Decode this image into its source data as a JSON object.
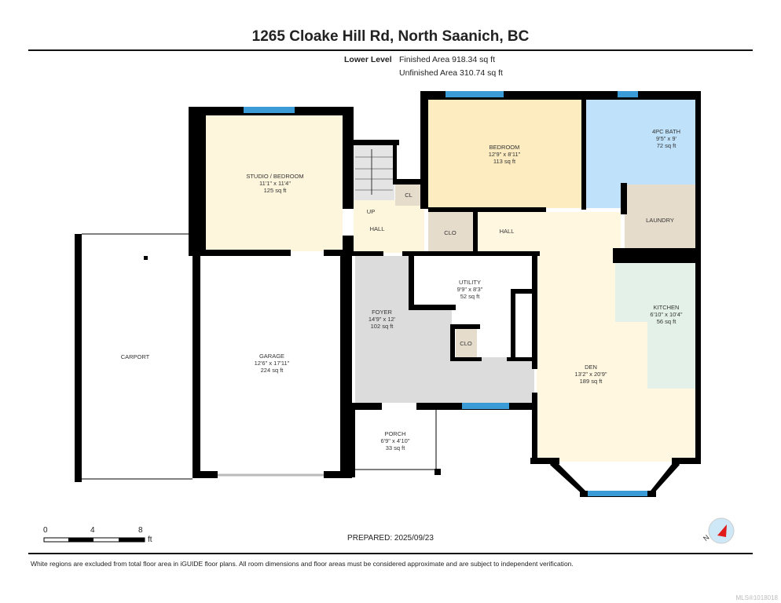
{
  "header": {
    "title": "1265 Cloake Hill Rd, North Saanich, BC",
    "level": "Lower Level",
    "finished_area": "Finished Area 918.34 sq ft",
    "unfinished_area": "Unfinished Area 310.74 sq ft"
  },
  "rooms": {
    "studio": {
      "name": "STUDIO / BEDROOM",
      "dims": "11'1\" x 11'4\"",
      "area": "125 sq ft"
    },
    "bedroom": {
      "name": "BEDROOM",
      "dims": "12'9\" x 8'11\"",
      "area": "113 sq ft"
    },
    "bath": {
      "name": "4PC BATH",
      "dims": "9'5\" x 9'",
      "area": "72 sq ft"
    },
    "laundry": {
      "name": "LAUNDRY"
    },
    "kitchen": {
      "name": "KITCHEN",
      "dims": "6'10\" x 10'4\"",
      "area": "56 sq ft"
    },
    "den": {
      "name": "DEN",
      "dims": "13'2\" x 20'9\"",
      "area": "189 sq ft"
    },
    "utility": {
      "name": "UTILITY",
      "dims": "9'9\" x 8'3\"",
      "area": "52 sq ft"
    },
    "foyer": {
      "name": "FOYER",
      "dims": "14'9\" x 12'",
      "area": "102 sq ft"
    },
    "garage": {
      "name": "GARAGE",
      "dims": "12'6\" x 17'11\"",
      "area": "224 sq ft"
    },
    "porch": {
      "name": "PORCH",
      "dims": "6'9\" x 4'10\"",
      "area": "33 sq ft"
    },
    "carport": {
      "name": "CARPORT"
    },
    "hall1": {
      "name": "HALL"
    },
    "hall2": {
      "name": "HALL"
    },
    "up": {
      "name": "UP"
    },
    "cl": {
      "name": "CL"
    },
    "clo1": {
      "name": "CLO"
    },
    "clo2": {
      "name": "CLO"
    }
  },
  "scale": {
    "t0": "0",
    "t1": "4",
    "t2": "8",
    "unit": "ft"
  },
  "footer": {
    "prepared": "PREPARED: 2025/09/23",
    "disclaimer": "White regions are excluded from total floor area in iGUIDE floor plans. All room dimensions and floor areas must be considered approximate and are subject to independent verification.",
    "mls": "MLS®1018018"
  },
  "colors": {
    "wall": "#000000",
    "window": "#3b9bd6",
    "studio": "#fdf5dc",
    "bedroom": "#fdecc0",
    "bath": "#bfe1f9",
    "laundry": "#e6dccb",
    "kitchen": "#e3f1e7",
    "den": "#fff7df",
    "foyer": "#dcdcdc"
  }
}
